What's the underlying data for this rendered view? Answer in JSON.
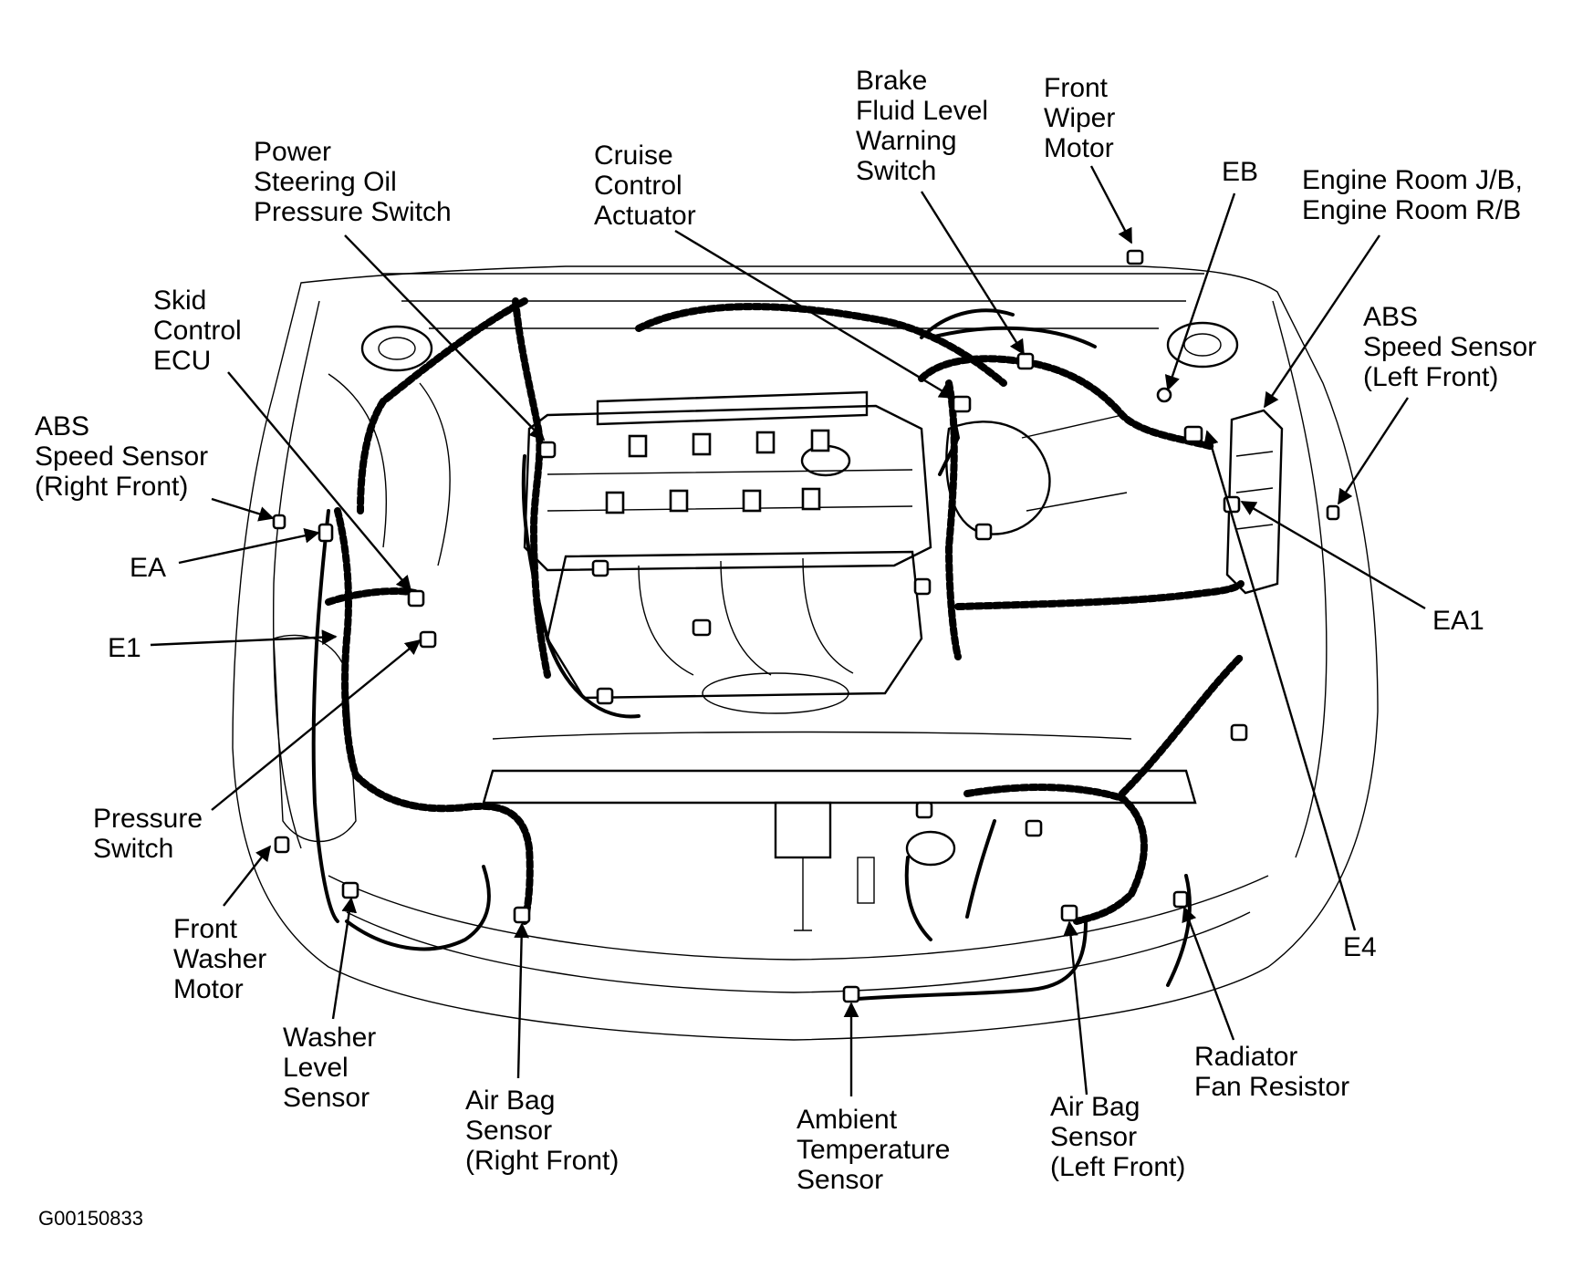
{
  "title": "",
  "figure_id": "G00150833",
  "colors": {
    "line": "#000000",
    "background": "#ffffff"
  },
  "labels": {
    "power_steering": [
      "Power",
      "Steering Oil",
      "Pressure Switch"
    ],
    "cruise_control": [
      "Cruise",
      "Control",
      "Actuator"
    ],
    "brake_fluid": [
      "Brake",
      "Fluid Level",
      "Warning",
      "Switch"
    ],
    "front_wiper": [
      "Front",
      "Wiper",
      "Motor"
    ],
    "eb": "EB",
    "engine_room_jb": [
      "Engine Room J/B,",
      "Engine Room R/B"
    ],
    "skid_control": [
      "Skid",
      "Control",
      "ECU"
    ],
    "abs_left_front": [
      "ABS",
      "Speed Sensor",
      "(Left Front)"
    ],
    "abs_right_front": [
      "ABS",
      "Speed Sensor",
      "(Right Front)"
    ],
    "ea": "EA",
    "e1": "E1",
    "ea1": "EA1",
    "pressure_switch": [
      "Pressure",
      "Switch"
    ],
    "front_washer": [
      "Front",
      "Washer",
      "Motor"
    ],
    "e4": "E4",
    "washer_level": [
      "Washer",
      "Level",
      "Sensor"
    ],
    "airbag_right": [
      "Air Bag",
      "Sensor",
      "(Right Front)"
    ],
    "ambient_temp": [
      "Ambient",
      "Temperature",
      "Sensor"
    ],
    "airbag_left": [
      "Air Bag",
      "Sensor",
      "(Left Front)"
    ],
    "radiator_fan": [
      "Radiator",
      "Fan Resistor"
    ]
  }
}
